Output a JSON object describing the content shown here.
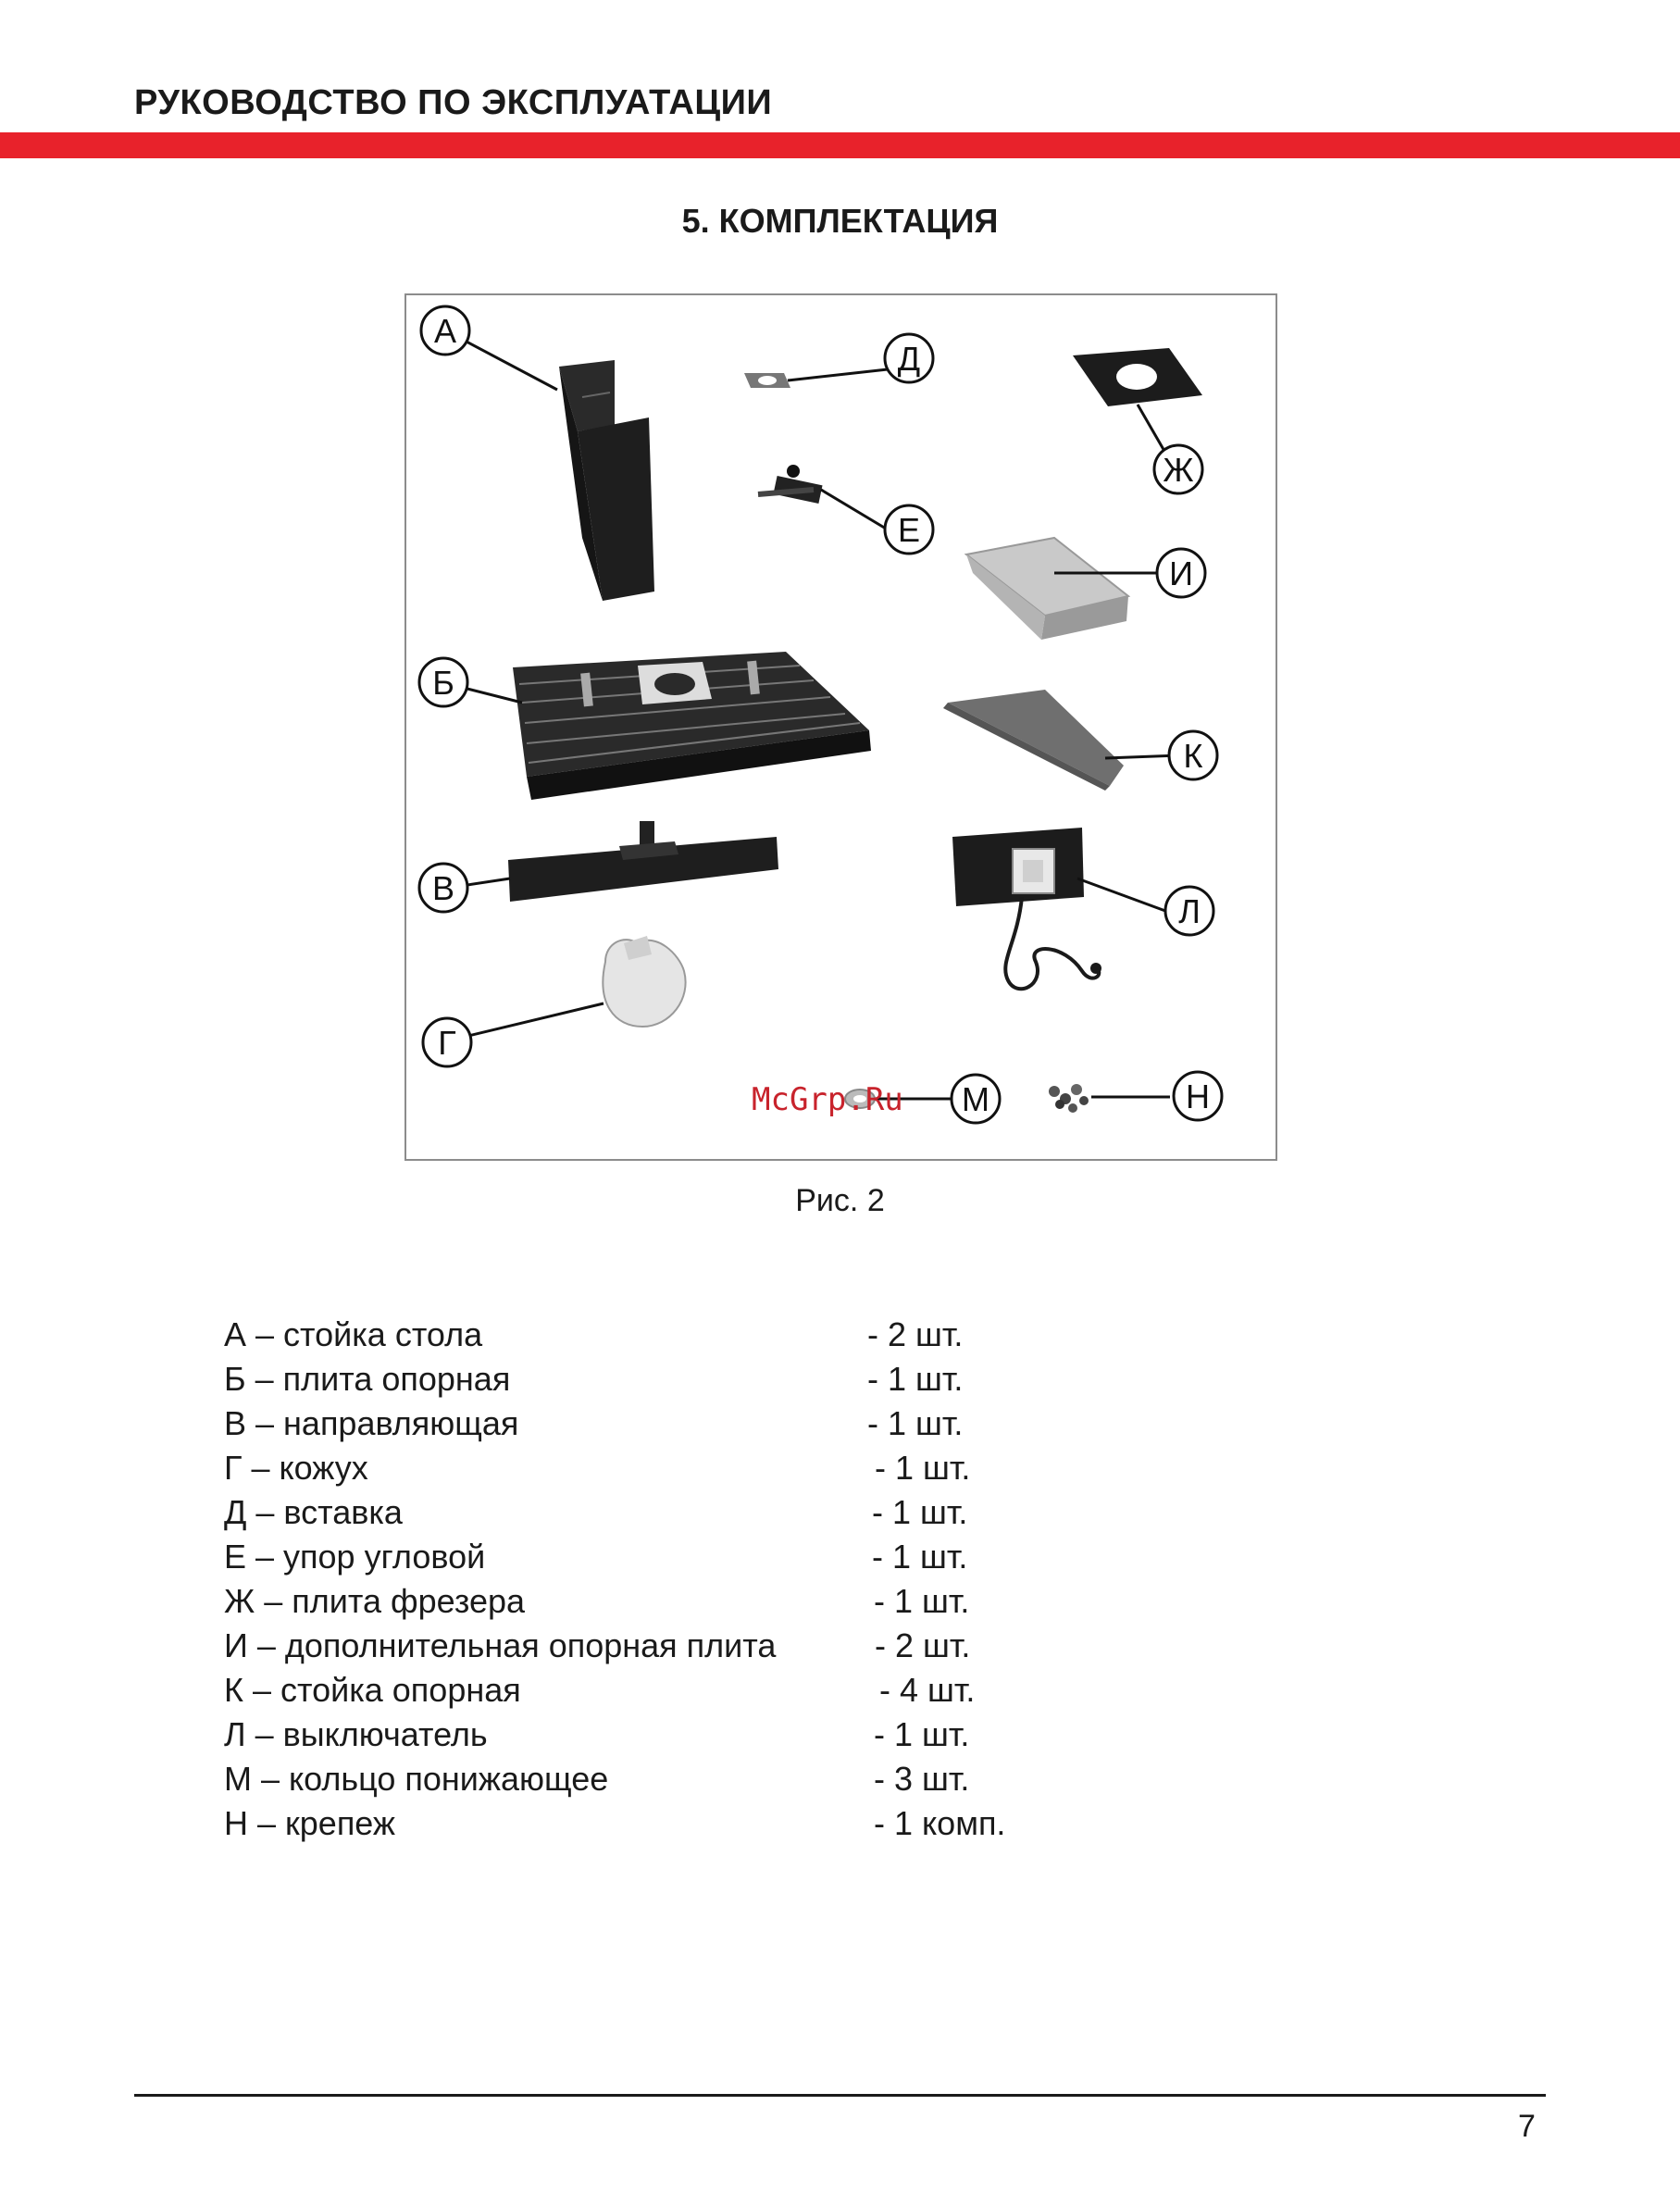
{
  "header": {
    "title": "РУКОВОДСТВО ПО ЭКСПЛУАТАЦИИ",
    "accent_color": "#e8222b"
  },
  "section": {
    "title": "5. КОМПЛЕКТАЦИЯ"
  },
  "figure": {
    "labels": [
      "А",
      "Б",
      "В",
      "Г",
      "Д",
      "Е",
      "Ж",
      "И",
      "К",
      "Л",
      "М",
      "Н"
    ],
    "watermark": "McGrp.Ru",
    "caption": "Рис. 2"
  },
  "parts": [
    {
      "name": "А – стойка стола",
      "qty": "- 2 шт."
    },
    {
      "name": "Б – плита опорная",
      "qty": "- 1 шт."
    },
    {
      "name": "В – направляющая",
      "qty": "- 1 шт."
    },
    {
      "name": "Г – кожух",
      "qty": "- 1 шт."
    },
    {
      "name": "Д – вставка",
      "qty": "- 1 шт."
    },
    {
      "name": "Е – упор угловой",
      "qty": "- 1 шт."
    },
    {
      "name": "Ж – плита фрезера",
      "qty": "- 1 шт."
    },
    {
      "name": "И – дополнительная опорная плита",
      "qty": "- 2 шт."
    },
    {
      "name": "К – стойка опорная",
      "qty": "- 4 шт."
    },
    {
      "name": "Л – выключатель",
      "qty": "- 1 шт."
    },
    {
      "name": "М – кольцо понижающее",
      "qty": "- 3 шт."
    },
    {
      "name": "Н – крепеж",
      "qty": "- 1 комп."
    }
  ],
  "footer": {
    "page_number": "7"
  }
}
